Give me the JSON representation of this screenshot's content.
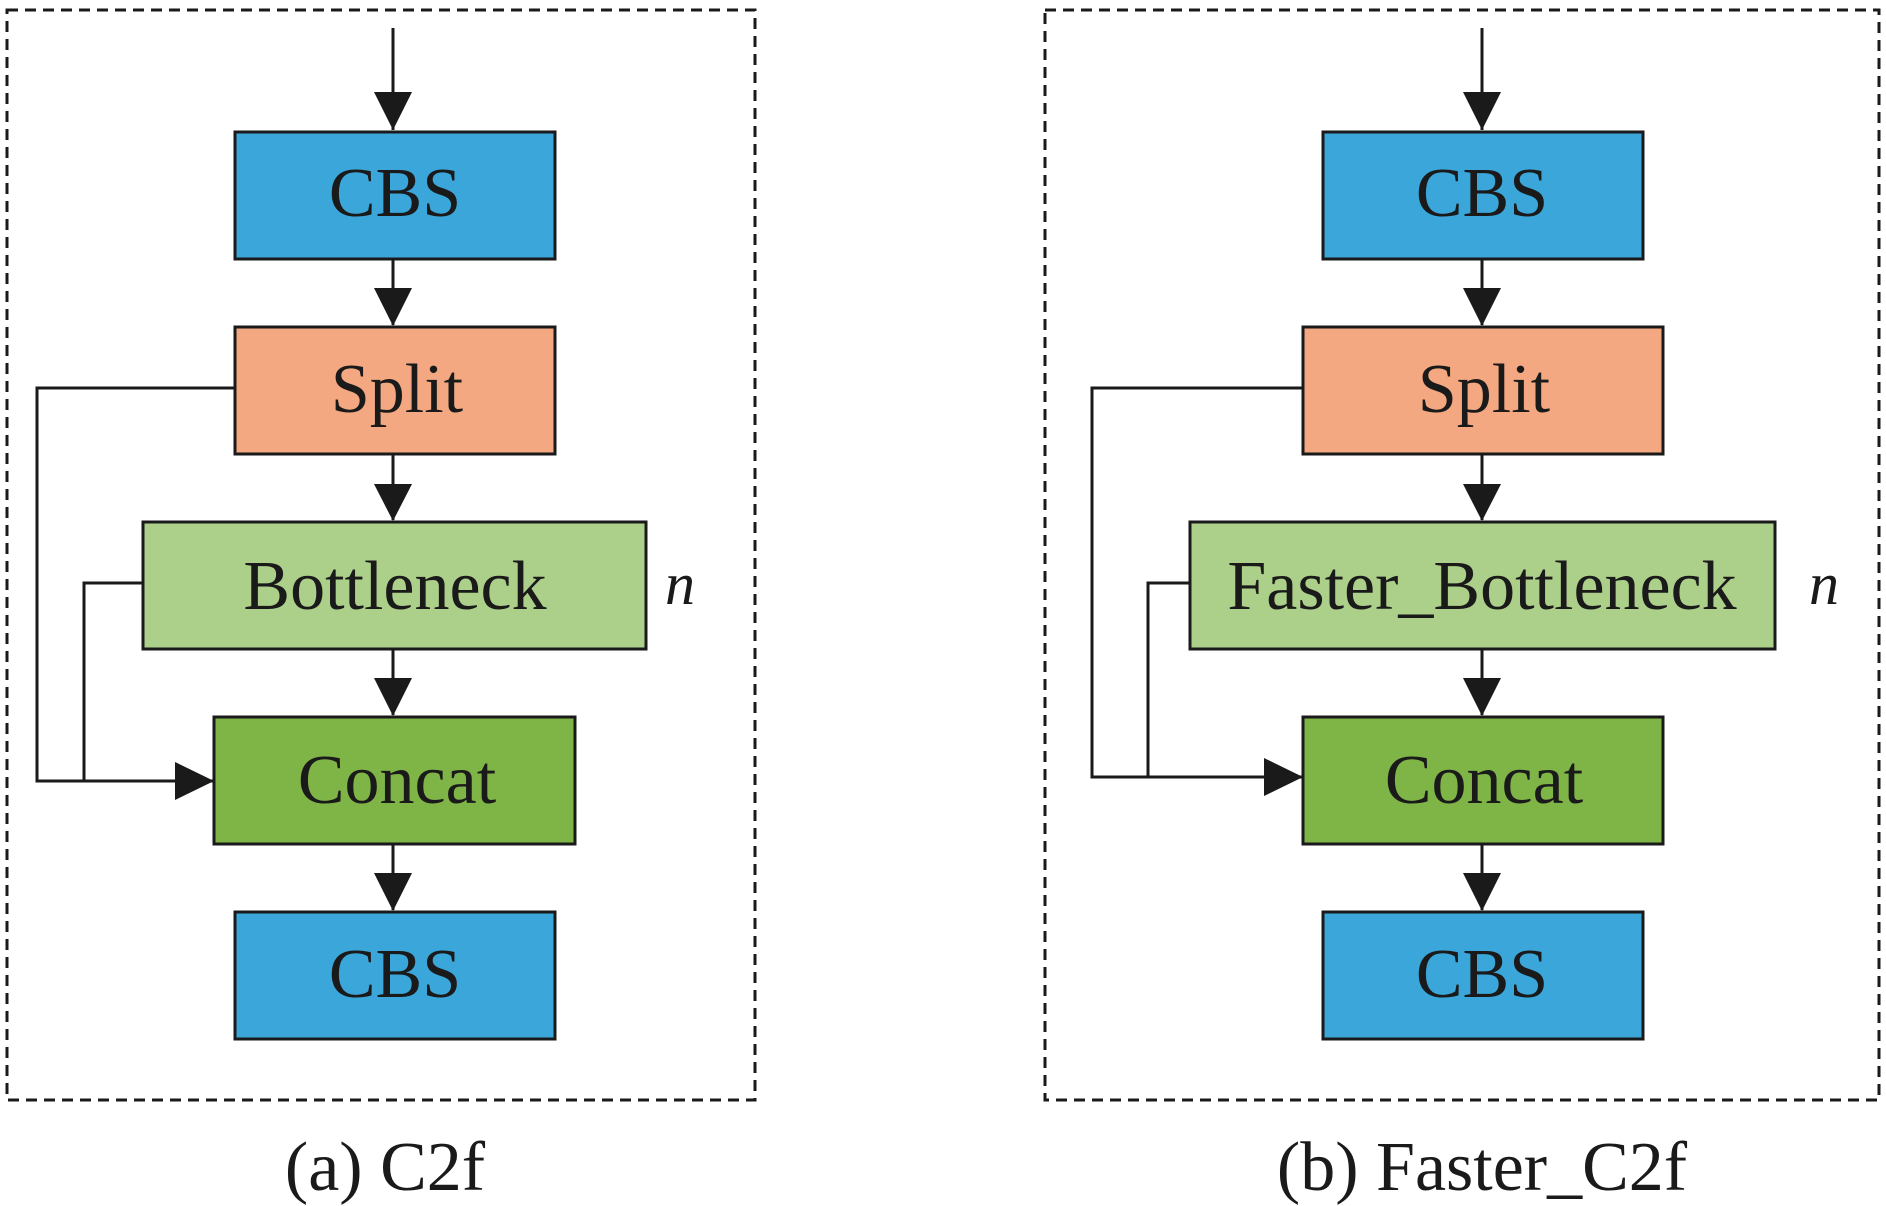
{
  "colors": {
    "cbs": "#3ba6d9",
    "split": "#f3a882",
    "bottleneck": "#acd089",
    "concat": "#7fb446",
    "stroke": "#1a1a1a",
    "frame": "#1a1a1a"
  },
  "panels": [
    {
      "caption": "(a) C2f",
      "repeat_label": "n",
      "blocks": {
        "cbs_top": "CBS",
        "split": "Split",
        "bottleneck": "Bottleneck",
        "concat": "Concat",
        "cbs_bottom": "CBS"
      }
    },
    {
      "caption": "(b) Faster_C2f",
      "repeat_label": "n",
      "blocks": {
        "cbs_top": "CBS",
        "split": "Split",
        "bottleneck": "Faster_Bottleneck",
        "concat": "Concat",
        "cbs_bottom": "CBS"
      }
    }
  ]
}
